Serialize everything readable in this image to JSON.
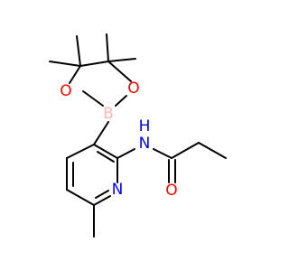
{
  "molecule": {
    "colors": {
      "bond": "#000000",
      "carbon": "#000000",
      "oxygen": "#ff0000",
      "nitrogen": "#0000ff",
      "boron": "#ffb5b5",
      "label_background": "#ffffff"
    },
    "atoms": {
      "boron": {
        "symbol": "B"
      },
      "oxygen_left": {
        "symbol": "O"
      },
      "oxygen_right": {
        "symbol": "O"
      },
      "oxygen_carbonyl": {
        "symbol": "O"
      },
      "nitrogen_amide": {
        "symbol": "N"
      },
      "hydrogen_amide": {
        "symbol": "H"
      },
      "nitrogen_ring": {
        "symbol": "N"
      }
    }
  }
}
